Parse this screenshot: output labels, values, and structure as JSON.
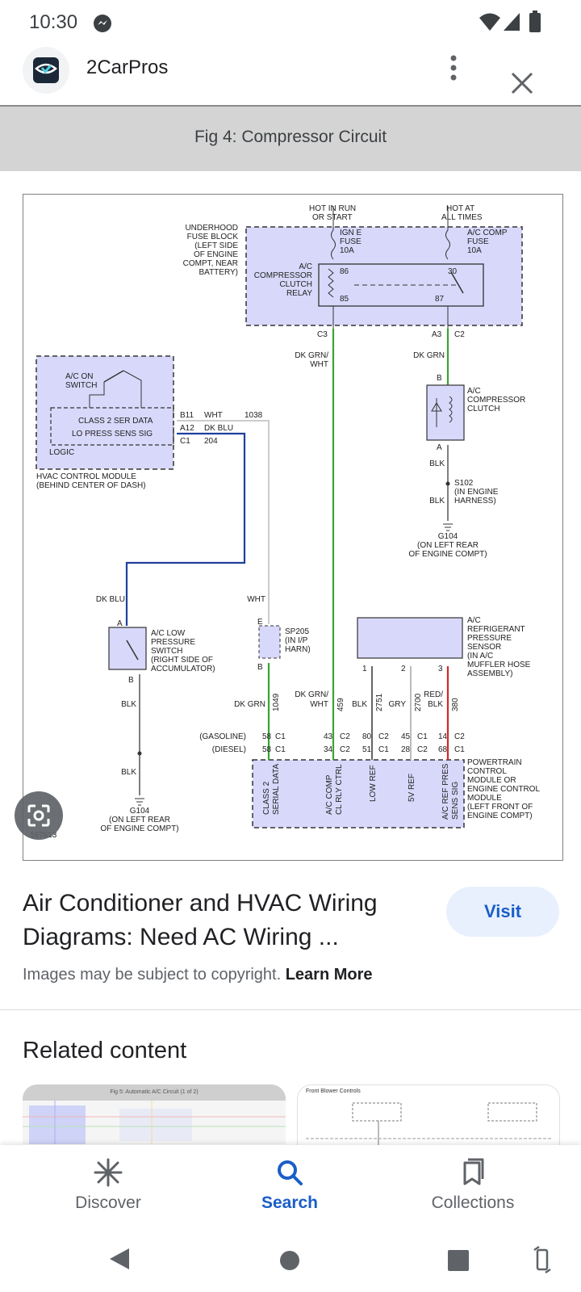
{
  "status_bar": {
    "time": "10:30"
  },
  "header": {
    "site_name": "2CarPros"
  },
  "figure": {
    "caption": "Fig 4: Compressor Circuit",
    "diagram": {
      "hot_run": "HOT IN RUN",
      "or_start": "OR START",
      "hot_at": "HOT AT",
      "all_times": "ALL TIMES",
      "fuse_block": [
        "UNDERHOOD",
        "FUSE BLOCK",
        "(LEFT SIDE",
        "OF ENGINE",
        "COMPT, NEAR",
        "BATTERY)"
      ],
      "ign_fuse": [
        "IGN E",
        "FUSE",
        "10A"
      ],
      "ac_fuse": [
        "A/C COMP",
        "FUSE",
        "10A"
      ],
      "relay": [
        "A/C",
        "COMPRESSOR",
        "CLUTCH",
        "RELAY"
      ],
      "pin_86": "86",
      "pin_85": "85",
      "pin_30": "30",
      "pin_87": "87",
      "c3": "C3",
      "a3": "A3",
      "c2": "C2",
      "dkgrn_wht": [
        "DK GRN/",
        "WHT"
      ],
      "dk_grn": "DK GRN",
      "b": "B",
      "a": "A",
      "clutch": [
        "A/C",
        "COMPRESSOR",
        "CLUTCH"
      ],
      "blk": "BLK",
      "s102": [
        "S102",
        "(IN ENGINE",
        "HARNESS)"
      ],
      "g104": [
        "G104",
        "(ON LEFT REAR",
        "OF ENGINE COMPT)"
      ],
      "ac_on": [
        "A/C ON",
        "SWITCH"
      ],
      "class2": "CLASS 2 SER DATA",
      "lo_press": "LO PRESS SENS SIG",
      "logic": "LOGIC",
      "hvac": [
        "HVAC CONTROL MODULE",
        "(BEHIND CENTER OF DASH)"
      ],
      "b11": "B11",
      "a12": "A12",
      "c1": "C1",
      "wht": "WHT",
      "w1038": "1038",
      "dk_blu": "DK BLU",
      "w204": "204",
      "lps": [
        "A/C LOW",
        "PRESSURE",
        "SWITCH",
        "(RIGHT SIDE OF",
        "ACCUMULATOR)"
      ],
      "e": "E",
      "sp205": [
        "SP205",
        "(IN I/P",
        "HARN)"
      ],
      "sensor": [
        "A/C",
        "REFRIGERANT",
        "PRESSURE",
        "SENSOR",
        "(IN A/C",
        "MUFFLER HOSE",
        "ASSEMBLY)"
      ],
      "n1": "1",
      "n2": "2",
      "n3": "3",
      "w1049": "1049",
      "w459": "459",
      "w2751": "2751",
      "gry": "GRY",
      "w2700": "2700",
      "red_blk": [
        "RED/",
        "BLK"
      ],
      "w380": "380",
      "gasoline": "(GASOLINE)",
      "diesel": "(DIESEL)",
      "g58": "58",
      "g43": "43",
      "g80": "80",
      "g45": "45",
      "g14": "14",
      "d58": "58",
      "d34": "34",
      "d51": "51",
      "d28": "28",
      "d68": "68",
      "pcm_pins": [
        "CLASS 2",
        "SERIAL DATA",
        "A/C COMP",
        "CL RLY CTRL",
        "LOW REF",
        "5V REF",
        "A/C REF PRES",
        "SENS SIG"
      ],
      "pcm": [
        "POWERTRAIN",
        "CONTROL",
        "MODULE OR",
        "ENGINE CONTROL",
        "MODULE",
        "(LEFT FRONT OF",
        "ENGINE COMPT)"
      ],
      "fig_num": "167613"
    }
  },
  "result": {
    "title": "Air Conditioner and HVAC Wiring Diagrams: Need AC Wiring ...",
    "visit_label": "Visit",
    "copyright_text": "Images may be subject to copyright.",
    "learn_more": "Learn More"
  },
  "related": {
    "title": "Related content",
    "thumb1_caption": "Fig 5: Automatic A/C Circuit (1 of 2)",
    "thumb2_caption": "Front Blower Controls"
  },
  "nav": {
    "discover": "Discover",
    "search": "Search",
    "collections": "Collections"
  },
  "colors": {
    "accent": "#1a5ec7",
    "wire_green": "#3aa335",
    "wire_blue": "#1f3f9c",
    "wire_red": "#d62828",
    "module_fill": "#d8d8fb"
  }
}
